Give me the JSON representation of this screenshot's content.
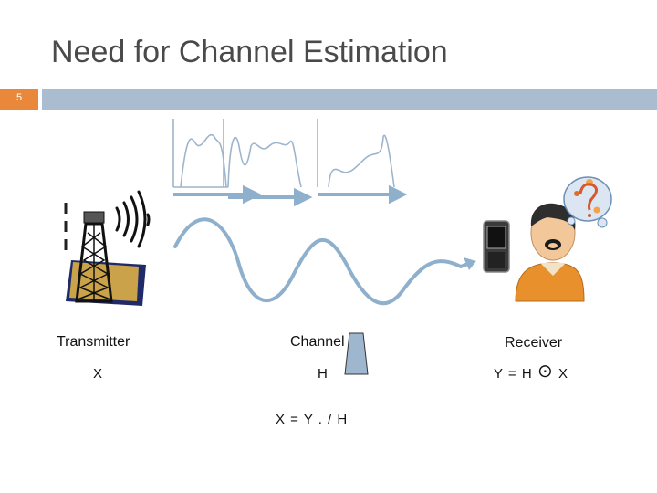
{
  "slide": {
    "title": "Need for Channel Estimation",
    "page_number": "5"
  },
  "labels": {
    "transmitter": "Transmitter",
    "channel": "Channel",
    "receiver": "Receiver"
  },
  "symbols": {
    "transmitter": "X",
    "channel": "H",
    "receiver_left": "Y = H",
    "receiver_op": "⊙",
    "receiver_right": "X",
    "estimate": "X = Y . / H"
  },
  "colors": {
    "accent_orange": "#e9883b",
    "title_bar": "#a9bcd0",
    "signal_blue": "#8fb0cc",
    "spectrum_blue": "#9db5cc"
  },
  "icons": [
    "transmitter-tower-icon",
    "signal-waves-icon",
    "mobile-phone-icon",
    "person-icon",
    "question-bubble-icon"
  ]
}
